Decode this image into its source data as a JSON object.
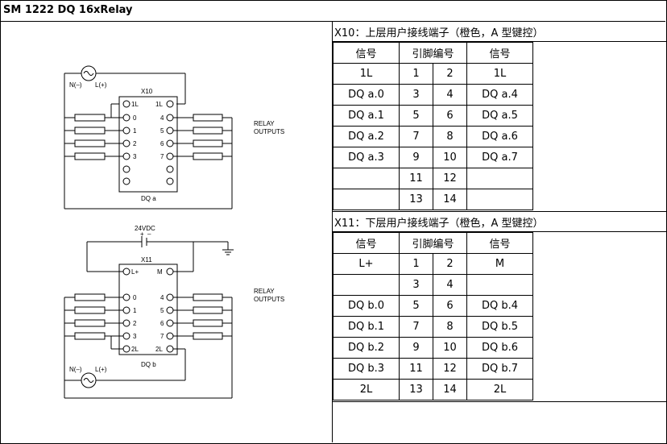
{
  "title": "SM 1222 DQ 16xRelay",
  "upper": {
    "title": "X10：上层用户接线端子（橙色，A 型键控）",
    "headers": [
      "信号",
      "引脚编号",
      "信号"
    ],
    "rows": [
      [
        "1L",
        "1",
        "2",
        "1L"
      ],
      [
        "DQ a.0",
        "3",
        "4",
        "DQ a.4"
      ],
      [
        "DQ a.1",
        "5",
        "6",
        "DQ a.5"
      ],
      [
        "DQ a.2",
        "7",
        "8",
        "DQ a.6"
      ],
      [
        "DQ a.3",
        "9",
        "10",
        "DQ a.7"
      ],
      [
        "",
        "11",
        "12",
        ""
      ],
      [
        "",
        "13",
        "14",
        ""
      ]
    ]
  },
  "lower": {
    "title": "X11：下层用户接线端子（橙色，A 型键控）",
    "headers": [
      "信号",
      "引脚编号",
      "信号"
    ],
    "rows": [
      [
        "L+",
        "1",
        "2",
        "M"
      ],
      [
        "",
        "3",
        "4",
        ""
      ],
      [
        "DQ b.0",
        "5",
        "6",
        "DQ b.4"
      ],
      [
        "DQ b.1",
        "7",
        "8",
        "DQ b.5"
      ],
      [
        "DQ b.2",
        "9",
        "10",
        "DQ b.6"
      ],
      [
        "DQ b.3",
        "11",
        "12",
        "DQ b.7"
      ],
      [
        "2L",
        "13",
        "14",
        "2L"
      ]
    ]
  },
  "diagram": {
    "top": {
      "connector": "X10",
      "module": "DQ a",
      "supply_n": "N(–)",
      "supply_l": "L(+)",
      "relay_label_1": "RELAY",
      "relay_label_2": "OUTPUTS",
      "left_pins": [
        "1L",
        "0",
        "1",
        "2",
        "3",
        "",
        ""
      ],
      "right_pins": [
        "1L",
        "4",
        "5",
        "6",
        "7",
        "",
        ""
      ]
    },
    "bottom": {
      "connector": "X11",
      "module": "DQ b",
      "supply_dc": "24VDC",
      "supply_n": "N(–)",
      "supply_l": "L(+)",
      "relay_label_1": "RELAY",
      "relay_label_2": "OUTPUTS",
      "left_pins": [
        "L+",
        "0",
        "1",
        "2",
        "3",
        "2L"
      ],
      "right_pins": [
        "M",
        "4",
        "5",
        "6",
        "7",
        "2L"
      ]
    }
  }
}
